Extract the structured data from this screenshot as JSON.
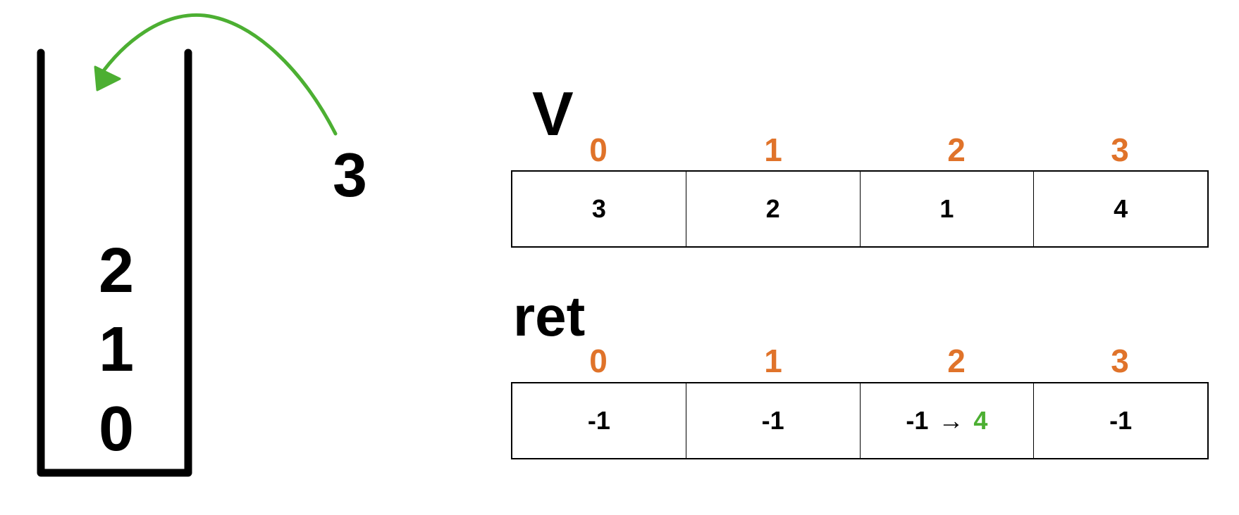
{
  "colors": {
    "index": "#E0732A",
    "highlight": "#4CAF32",
    "ink": "#000000"
  },
  "stack": {
    "items": [
      "2",
      "1",
      "0"
    ],
    "incoming": "3"
  },
  "v": {
    "title": "V",
    "indices": [
      "0",
      "1",
      "2",
      "3"
    ],
    "values": [
      "3",
      "2",
      "1",
      "4"
    ]
  },
  "ret": {
    "title": "ret",
    "indices": [
      "0",
      "1",
      "2",
      "3"
    ],
    "values": [
      "-1",
      "-1",
      "-1",
      "-1"
    ],
    "update": {
      "old": "-1",
      "arrow": "→",
      "new": "4"
    }
  }
}
